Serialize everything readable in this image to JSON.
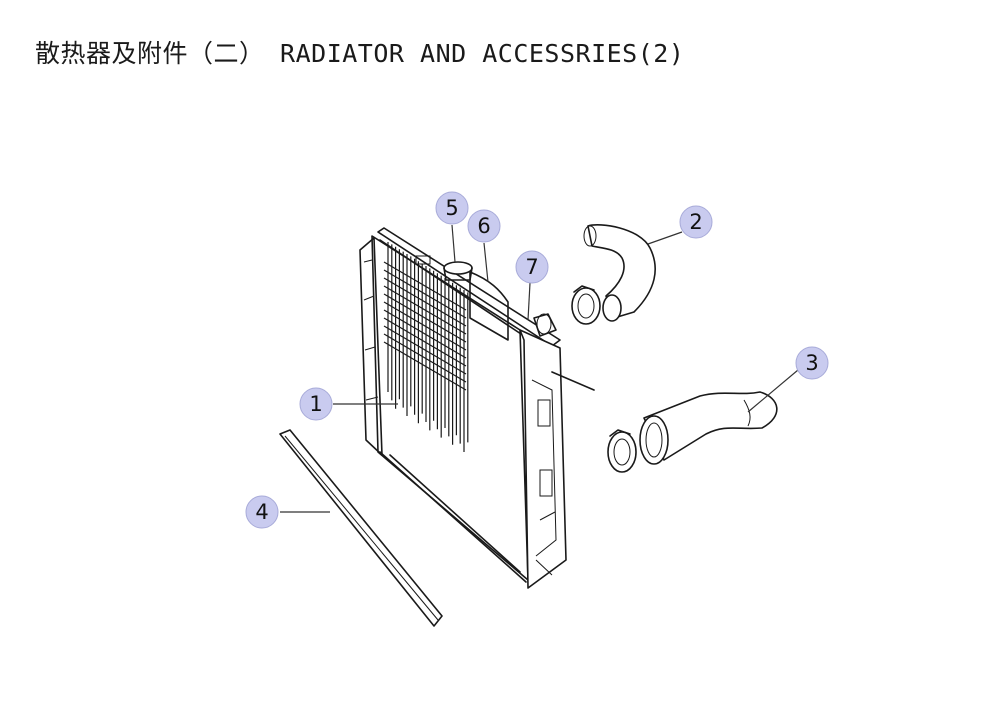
{
  "title": "散热器及附件（二） RADIATOR AND ACCESSRIES(2)",
  "callouts": [
    "1",
    "2",
    "3",
    "4",
    "5",
    "6",
    "7"
  ]
}
